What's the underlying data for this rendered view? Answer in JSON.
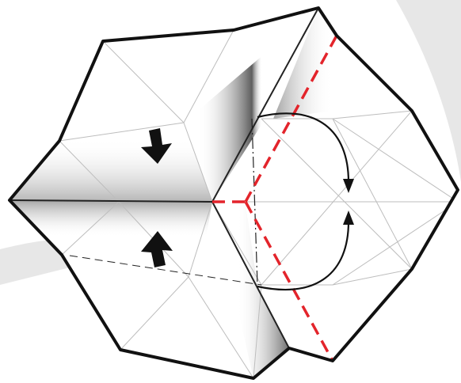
{
  "diagram": {
    "kind": "origami-fold-instruction",
    "colors": {
      "background": "#ffffff",
      "backdrop_band": "#e7e7e7",
      "paper": "#ffffff",
      "outline": "#111111",
      "crease": "#bdbdbd",
      "shade_dark": "#5a5a5a",
      "valley_fold": "#e3242b",
      "arrow": "#111111"
    },
    "symbols": [
      {
        "name": "push-arrow-down",
        "direction": "down"
      },
      {
        "name": "push-arrow-up",
        "direction": "up"
      },
      {
        "name": "rotate-fold-arrow",
        "direction": "clockwise-return"
      }
    ],
    "line_legend": {
      "outline": "solid-thick",
      "existing-crease": "solid-thin",
      "valley-fold": "red-dashed",
      "mountain-fold": "dash-dot",
      "hidden-edge": "thin-dashed"
    }
  }
}
